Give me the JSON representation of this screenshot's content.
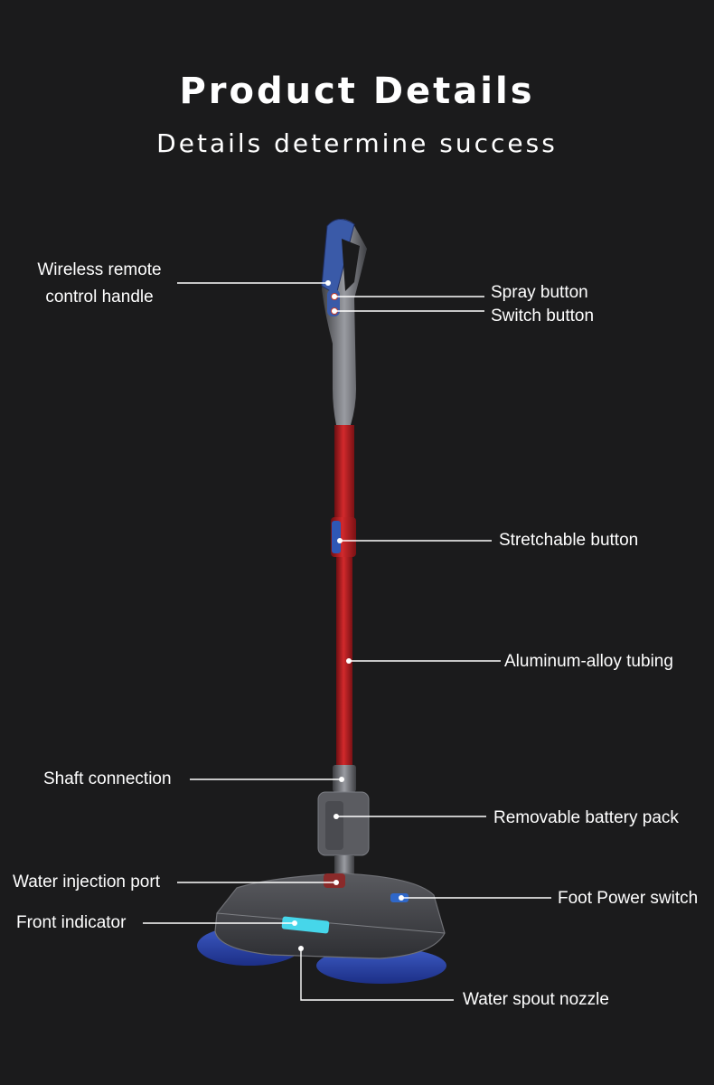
{
  "header": {
    "title": "Product Details",
    "subtitle": "Details determine success"
  },
  "callouts": {
    "wireless_handle_line1": "Wireless remote",
    "wireless_handle_line2": "control handle",
    "spray_button": "Spray button",
    "switch_button": "Switch button",
    "stretchable_button": "Stretchable button",
    "aluminum_tubing": "Aluminum-alloy tubing",
    "shaft_connection": "Shaft connection",
    "battery_pack": "Removable battery pack",
    "water_injection_port": "Water injection port",
    "foot_power_switch": "Foot Power switch",
    "front_indicator": "Front indicator",
    "water_spout_nozzle": "Water spout nozzle"
  },
  "colors": {
    "background": "#1b1b1c",
    "handle_blue": "#3a5aa8",
    "tube_red": "#b31f22",
    "body_gray": "#4a4b4f",
    "indicator_cyan": "#46d6ea",
    "pad_blue": "#2a45a6"
  }
}
